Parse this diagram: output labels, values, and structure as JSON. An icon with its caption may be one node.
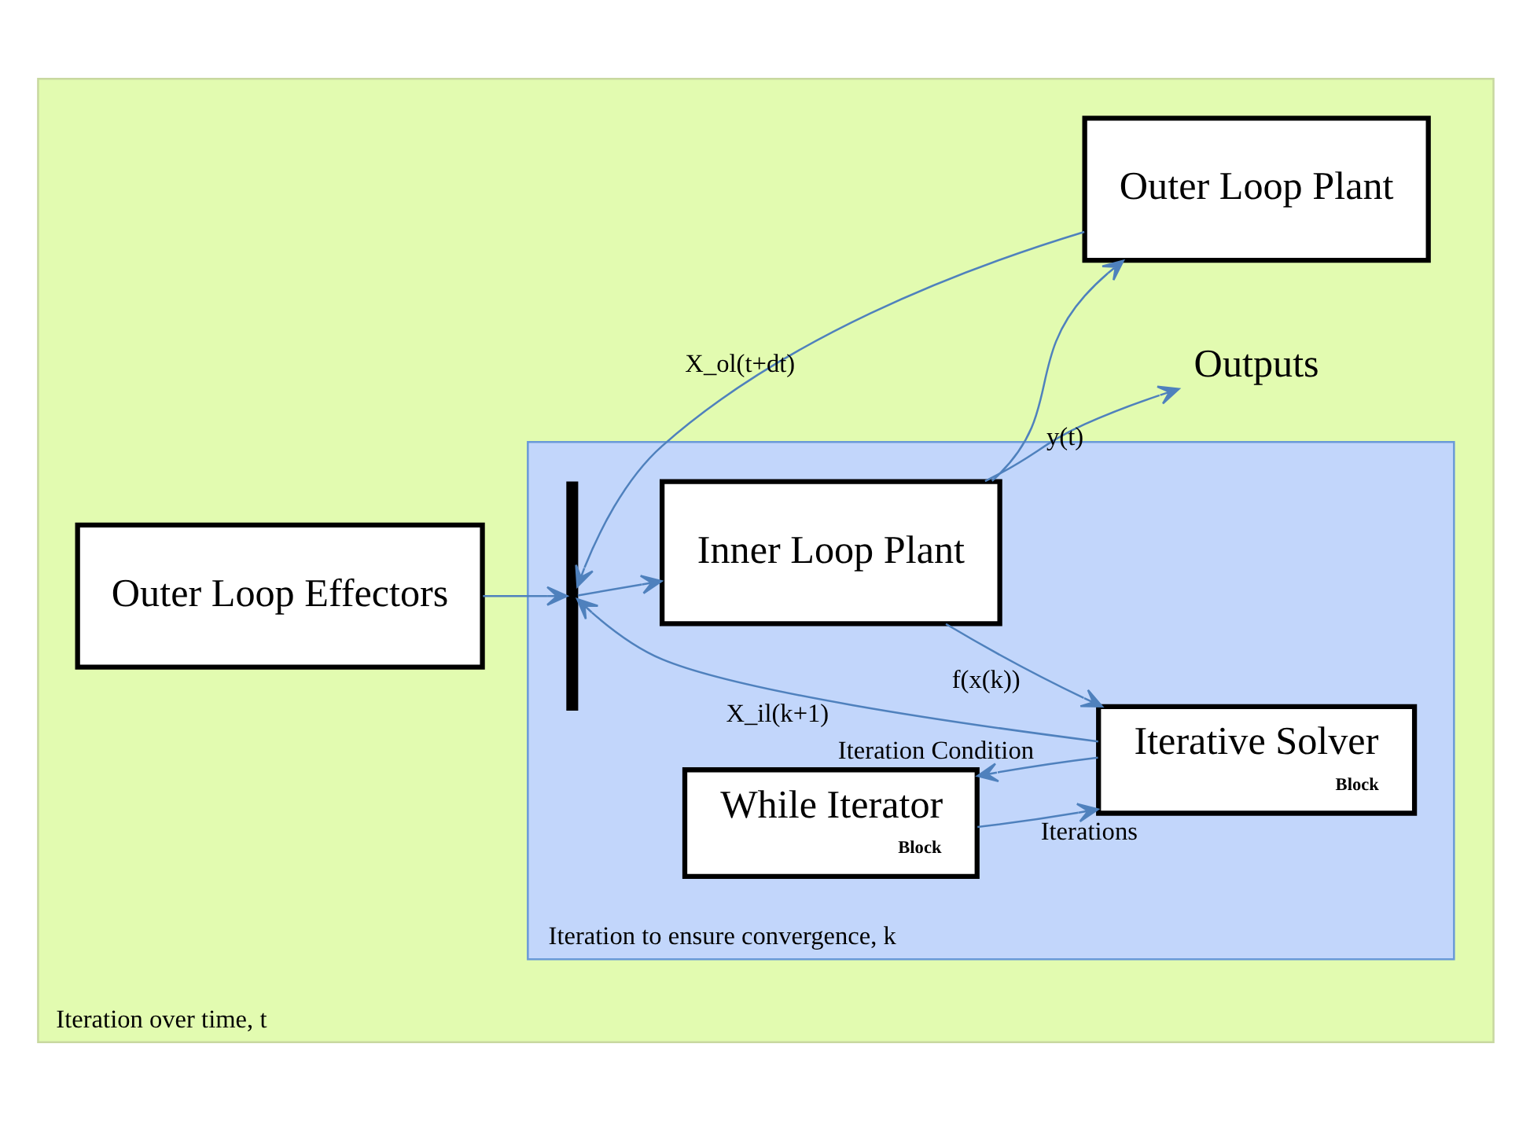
{
  "diagram": {
    "nodes": [
      {
        "text": [
          "Iteration over time, t"
        ]
      },
      {
        "text": [
          "Iteration to ensure convergence, k"
        ],
        "in": 0
      },
      {
        "text": [
          "Outer Loop Effectors"
        ],
        "in": 0
      },
      {
        "text": [],
        "shape": "bar",
        "in": 1
      },
      {
        "text": [
          "Inner Loop Plant"
        ],
        "in": 1
      },
      {
        "text": [
          "While Iterator",
          "Block"
        ],
        "in": 1
      },
      {
        "text": [
          "Iterative Solver",
          "Block"
        ],
        "in": 1
      },
      {
        "text": [
          "Outputs"
        ],
        "in": 0
      },
      {
        "text": [
          "Outer Loop Plant"
        ],
        "in": 0
      }
    ],
    "edges": [
      {
        "from": 2,
        "to": 3,
        "arrow": "to"
      },
      {
        "from": 3,
        "to": 4,
        "arrow": "to"
      },
      {
        "from": 4,
        "to": 7,
        "arrow": "to",
        "label": "y(t)"
      },
      {
        "from": 4,
        "to": 8,
        "arrow": "to"
      },
      {
        "from": 4,
        "to": 6,
        "arrow": "to",
        "label": "f(x(k))"
      },
      {
        "from": 5,
        "to": 6,
        "arrow": "to",
        "label": "Iterations"
      },
      {
        "from": 6,
        "to": 5,
        "arrow": "to",
        "label": "Iteration Condition"
      },
      {
        "from": 6,
        "to": 3,
        "arrow": "to",
        "label": "X_il(k+1)"
      },
      {
        "from": 8,
        "to": 3,
        "arrow": "to",
        "label": "X_ol(t+dt)"
      }
    ]
  }
}
